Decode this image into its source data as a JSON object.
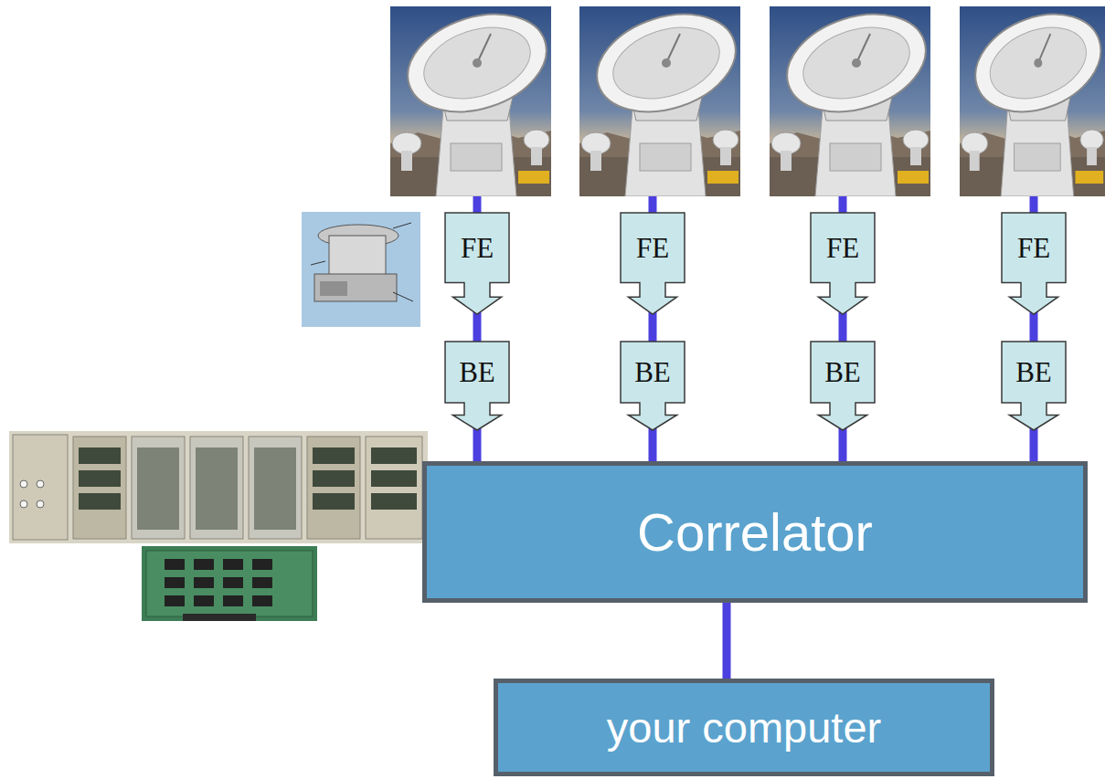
{
  "diagram": {
    "nodes": [
      {
        "text": [
          "FE"
        ]
      },
      {
        "text": [
          "FE"
        ]
      },
      {
        "text": [
          "FE"
        ]
      },
      {
        "text": [
          "FE"
        ]
      },
      {
        "text": [
          "BE"
        ]
      },
      {
        "text": [
          "BE"
        ]
      },
      {
        "text": [
          "BE"
        ]
      },
      {
        "text": [
          "BE"
        ]
      },
      {
        "text": [
          "Correlator"
        ]
      },
      {
        "text": [
          "your computer"
        ]
      }
    ],
    "edges": [
      {
        "from": 0,
        "to": 4,
        "arrow": "none"
      },
      {
        "from": 1,
        "to": 5,
        "arrow": "none"
      },
      {
        "from": 2,
        "to": 6,
        "arrow": "none"
      },
      {
        "from": 3,
        "to": 7,
        "arrow": "none"
      },
      {
        "from": 4,
        "to": 8,
        "arrow": "none"
      },
      {
        "from": 5,
        "to": 8,
        "arrow": "none"
      },
      {
        "from": 6,
        "to": 8,
        "arrow": "none"
      },
      {
        "from": 7,
        "to": 8,
        "arrow": "none"
      },
      {
        "from": 8,
        "to": 9,
        "arrow": "none"
      }
    ]
  }
}
